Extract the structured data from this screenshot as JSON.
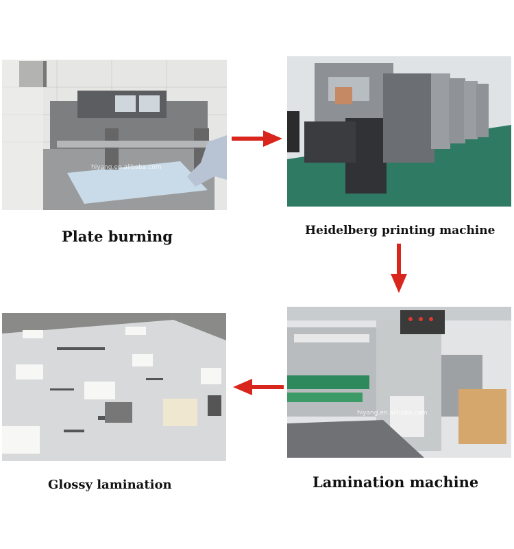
{
  "steps": [
    {
      "caption": "Plate burning",
      "watermark": "hiyang.en.alibaba.com"
    },
    {
      "caption": "Heidelberg printing machine"
    },
    {
      "caption": "Lamination machine",
      "watermark": "hiyang.en.alibaba.com"
    },
    {
      "caption": "Glossy lamination"
    }
  ],
  "arrow_color": "#d9261c"
}
